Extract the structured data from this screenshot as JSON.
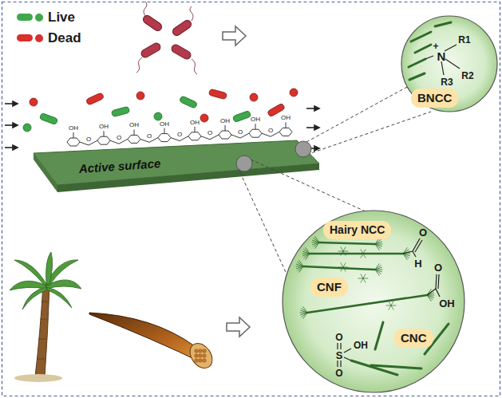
{
  "diagram": {
    "nodes": [
      {
        "text": [
          "BNCC"
        ]
      },
      {
        "text": [
          "Hairy NCC"
        ]
      },
      {
        "text": [
          "CNF"
        ]
      },
      {
        "text": [
          "CNC"
        ]
      }
    ],
    "labels": [
      "Active surface",
      "N",
      "+",
      "R1",
      "R2",
      "R3",
      "O",
      "H",
      "O",
      "OH",
      "O",
      "OH",
      "S",
      "O",
      "OH",
      "OH",
      "OH",
      "OH",
      "OH",
      "OH",
      "OH",
      "OH",
      "O",
      "O",
      "O",
      "O",
      "O",
      "O",
      "O"
    ],
    "legend": [
      {
        "text": "Live",
        "color": "#3ea84a"
      },
      {
        "text": "Dead",
        "color": "#d8312c"
      }
    ]
  }
}
